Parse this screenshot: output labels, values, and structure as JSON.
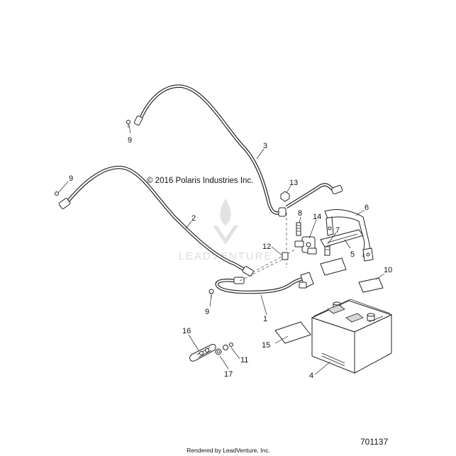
{
  "diagram": {
    "copyright": "© 2016 Polaris Industries Inc.",
    "watermark": "LEADVENTURE",
    "diagram_code": "701137",
    "credit": "Rendered by LeadVenture, Inc."
  },
  "callouts": [
    {
      "id": "1",
      "label": "1"
    },
    {
      "id": "2",
      "label": "2"
    },
    {
      "id": "3",
      "label": "3"
    },
    {
      "id": "4",
      "label": "4"
    },
    {
      "id": "5",
      "label": "5"
    },
    {
      "id": "6",
      "label": "6"
    },
    {
      "id": "7",
      "label": "7"
    },
    {
      "id": "8",
      "label": "8"
    },
    {
      "id": "9a",
      "label": "9"
    },
    {
      "id": "9b",
      "label": "9"
    },
    {
      "id": "9c",
      "label": "9"
    },
    {
      "id": "10",
      "label": "10"
    },
    {
      "id": "11",
      "label": "11"
    },
    {
      "id": "12",
      "label": "12"
    },
    {
      "id": "13",
      "label": "13"
    },
    {
      "id": "14",
      "label": "14"
    },
    {
      "id": "15",
      "label": "15"
    },
    {
      "id": "16",
      "label": "16"
    },
    {
      "id": "17",
      "label": "17"
    }
  ]
}
